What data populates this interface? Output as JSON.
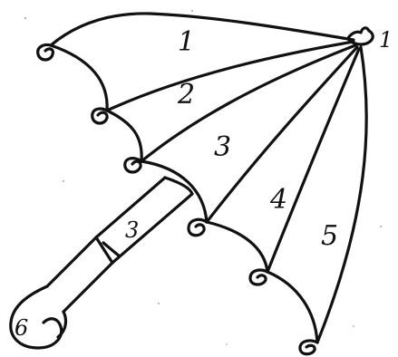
{
  "diagram": {
    "labels": {
      "panel_1": "1",
      "panel_2": "2",
      "panel_3": "3",
      "panel_4": "4",
      "panel_5": "5",
      "tip": "1",
      "handle_band": "3",
      "handle_hook": "6"
    }
  }
}
